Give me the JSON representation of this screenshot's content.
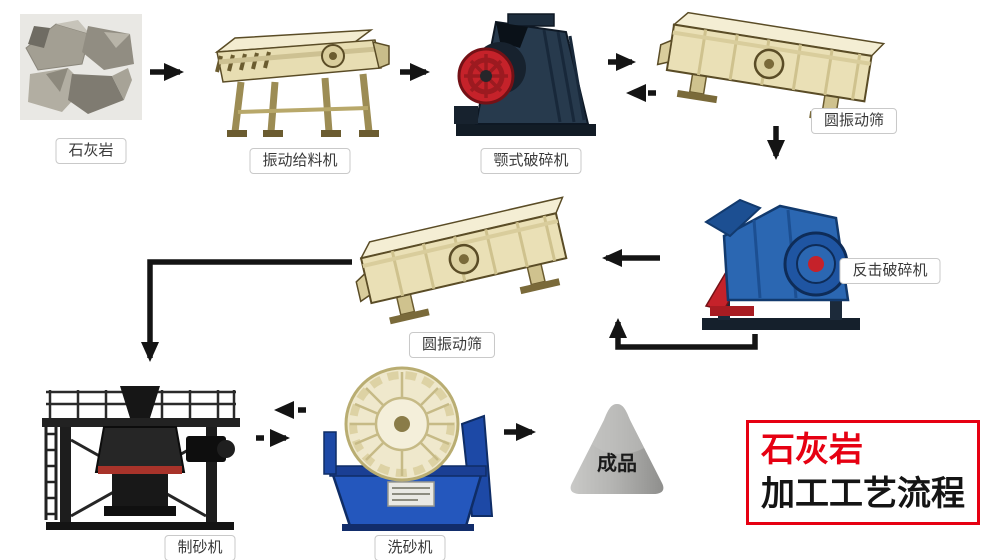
{
  "title_block": {
    "line1": "石灰岩",
    "line2": "加工工艺流程",
    "accent_color": "#e60012"
  },
  "nodes": {
    "limestone": {
      "label": "石灰岩"
    },
    "feeder": {
      "label": "振动给料机"
    },
    "jaw_crusher": {
      "label": "颚式破碎机"
    },
    "screen_top": {
      "label": "圆振动筛"
    },
    "impact_crusher": {
      "label": "反击破碎机"
    },
    "screen_mid": {
      "label": "圆振动筛"
    },
    "sand_maker": {
      "label": "制砂机"
    },
    "sand_washer": {
      "label": "洗砂机"
    },
    "product": {
      "label": "成品"
    }
  },
  "edges": [
    {
      "from": "石灰岩",
      "to": "振动给料机",
      "style": "solid"
    },
    {
      "from": "振动给料机",
      "to": "颚式破碎机",
      "style": "solid"
    },
    {
      "from": "颚式破碎机",
      "to": "圆振动筛",
      "style": "solid"
    },
    {
      "from": "圆振动筛",
      "to": "颚式破碎机",
      "style": "dashed"
    },
    {
      "from": "圆振动筛",
      "to": "反击破碎机",
      "style": "solid"
    },
    {
      "from": "反击破碎机",
      "to": "圆振动筛",
      "style": "solid"
    },
    {
      "from": "圆振动筛",
      "to": "制砂机",
      "style": "solid"
    },
    {
      "from": "洗砂机",
      "to": "制砂机",
      "style": "dashed"
    },
    {
      "from": "制砂机",
      "to": "洗砂机",
      "style": "dashed"
    },
    {
      "from": "洗砂机",
      "to": "成品",
      "style": "solid"
    }
  ],
  "colors": {
    "arrow": "#141414",
    "label_border": "#c9c9c9",
    "machine_cream": "#eae0b6",
    "machine_blue": "#2b67b2",
    "machine_navy": "#273a4d",
    "flywheel_red": "#c5222a",
    "washer_blue": "#2457bd",
    "product_gray": "#b4b4b2"
  }
}
